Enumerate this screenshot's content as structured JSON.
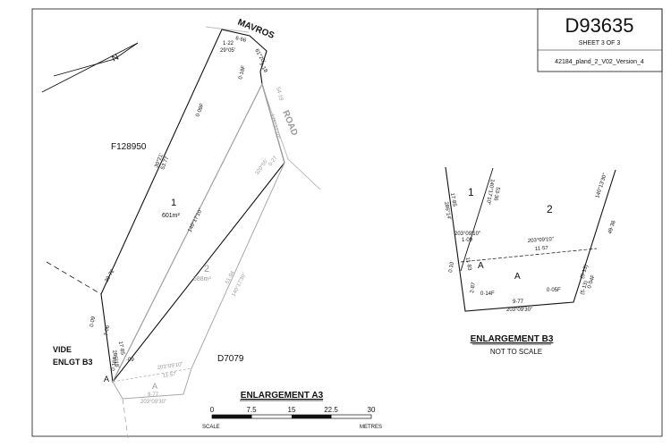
{
  "title_block": {
    "plan_number": "D93635",
    "sheet": "SHEET 3 OF 3",
    "file_ref": "42184_pland_2_V02_Version_4"
  },
  "main_plan": {
    "street_name": "MAVROS",
    "road_label": "ROAD",
    "north_label": "N",
    "adjoining_north_west": "F128950",
    "adjoining_south_east": "D7079",
    "lot1": {
      "number": "1",
      "area": "601m²"
    },
    "lot2": {
      "number": "2",
      "area": "588m²"
    },
    "vide_line1": "VIDE",
    "vide_line2": "ENLGT B3",
    "point_a": "A",
    "easement_a": "A",
    "dims": {
      "west_boundary_bearing": "30°21'",
      "west_boundary_dist": "53.77",
      "west_occ": "0·09F",
      "common_bearing": "140°17'10\"",
      "top_bearing": "29°05'",
      "top_dist": "1·22",
      "top_dist2": "6·66",
      "top_occ": "0·18F",
      "mavros_bearing": "61°20'",
      "mavros_dist": "9·18",
      "road_bearing": "175°37'10\"",
      "road_dist": "54·18",
      "sw_bearing": "286°16'",
      "sw_dist": "17·85",
      "sw_occ": "0·18F",
      "sw_occ2": "0·09",
      "sw_dist2": "20·72",
      "sw_dist3": "7·06",
      "lot2_dist": "51·94",
      "lot2_bearing": "140°17'30\"",
      "south_bearing1": "203°09'10\"",
      "south_dist1": "11·57",
      "south_bearing2": "203°09'30\"",
      "south_dist2": "9·77",
      "south_occ": "·09",
      "lot2_mid_bearing": "320°55'",
      "lot2_mid_dist": "0·27"
    },
    "enlargement_title": "ENLARGEMENT A3",
    "scale": {
      "ticks": [
        "0",
        "7.5",
        "15",
        "22.5",
        "30"
      ],
      "left_label": "SCALE",
      "right_label": "METRES"
    }
  },
  "enlargement_b3": {
    "title": "ENLARGEMENT B3",
    "subtitle": "NOT TO SCALE",
    "lot1": "1",
    "lot2": "2",
    "point_a": "A",
    "easement_a": "A",
    "dims": {
      "left_bearing": "286°14'",
      "left_dist": "17·85",
      "left_bearing2": "140°17'10\"",
      "left_dist2": "53·36",
      "right_bearing": "140°13'30\"",
      "right_dist": "49·38",
      "mid_bearing1": "203°09'10\"",
      "mid_dist1": "1·09",
      "mid_bearing2": "203°09'10\"",
      "mid_dist2": "11·57",
      "a_bearing": "11·83",
      "left_v": "2·87",
      "occ_left": "0·14F",
      "occ_mid": "0·05F",
      "occ_right": "0·04F",
      "occ_small": "0·10",
      "bottom_bearing": "203°09'30\"",
      "bottom_dist": "9·77",
      "right_small": "(5·13)",
      "right_small2": "(5·13)"
    }
  },
  "colors": {
    "ink": "#111111",
    "grey": "#9a9a9a",
    "faint": "#bdbdbd"
  }
}
